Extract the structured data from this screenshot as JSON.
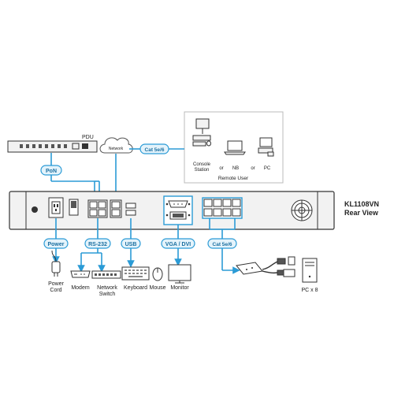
{
  "diagram": {
    "title_model": "KL1108VN",
    "title_view": "Rear View",
    "colors": {
      "accent": "#2b9bd6",
      "pill_fill": "#e4f3fb",
      "device": "#f2f2f2",
      "outline": "#333333"
    },
    "pdu_label": "PDU",
    "cloud_label": "Network",
    "remote_box": {
      "station_label": "Console Station",
      "or1": "or",
      "nb_label": "NB",
      "or2": "or",
      "pc_label": "PC",
      "caption": "Remote User"
    },
    "pills": {
      "pon": "PoN",
      "cat_top": "Cat 5e/6",
      "power": "Power",
      "rs232": "RS-232",
      "usb": "USB",
      "vga_dvi": "VGA / DVI",
      "cat_bottom": "Cat 5e/6"
    },
    "devices": {
      "power_cord_1": "Power",
      "power_cord_2": "Cord",
      "modem": "Modem",
      "switch_1": "Network",
      "switch_2": "Switch",
      "keyboard": "Keyboard",
      "mouse": "Mouse",
      "monitor": "Monitor",
      "pc_count": "PC x 8"
    },
    "icons": [
      "pdu-icon",
      "network-cloud-icon",
      "console-station-icon",
      "laptop-icon",
      "pc-icon",
      "power-socket-icon",
      "power-switch-icon",
      "rj45-port-icon",
      "usb-port-icon",
      "vga-port-icon",
      "dvi-port-icon",
      "fan-grille-icon",
      "power-cord-icon",
      "modem-icon",
      "network-switch-icon",
      "keyboard-icon",
      "mouse-icon",
      "monitor-icon",
      "kvm-adapter-icon",
      "pc-tower-icon"
    ]
  }
}
